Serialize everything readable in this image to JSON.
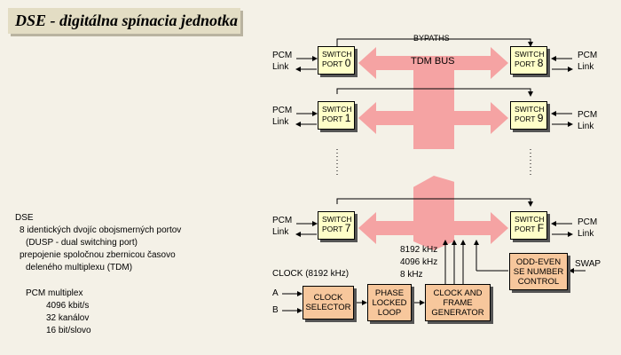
{
  "title": "DSE - digitálna spínacia jednotka",
  "bypaths_label": "BYPATHS",
  "bus_label": "TDM BUS",
  "pcm_label": "PCM",
  "link_label": "Link",
  "port_word_switch": "SWITCH",
  "port_word_port": "PORT",
  "ports_left": [
    "0",
    "1",
    "7"
  ],
  "ports_right": [
    "8",
    "9",
    "F"
  ],
  "freqs": [
    "8192 kHz",
    "4096 kHz",
    "8 kHz"
  ],
  "clock_label": "CLOCK  (8192 kHz)",
  "clock_input_a": "A",
  "clock_input_b": "B",
  "clock_selector": [
    "CLOCK",
    "SELECTOR"
  ],
  "pll": [
    "PHASE",
    "LOCKED",
    "LOOP"
  ],
  "clock_frame_gen": [
    "CLOCK AND",
    "FRAME",
    "GENERATOR"
  ],
  "odd_even": [
    "ODD-EVEN",
    "SE NUMBER",
    "CONTROL"
  ],
  "swap_label": "SWAP",
  "description": {
    "heading": "DSE",
    "lines": [
      "8 identických dvojíc obojsmerných portov",
      "(DUSP - dual switching port)",
      "prepojenie spoločnou zbernicou časovo",
      "deleného multiplexu (TDM)"
    ],
    "pcm_heading": "PCM multiplex",
    "pcm_lines": [
      "4096 kbit/s",
      "32 kanálov",
      "16 bit/slovo"
    ]
  }
}
